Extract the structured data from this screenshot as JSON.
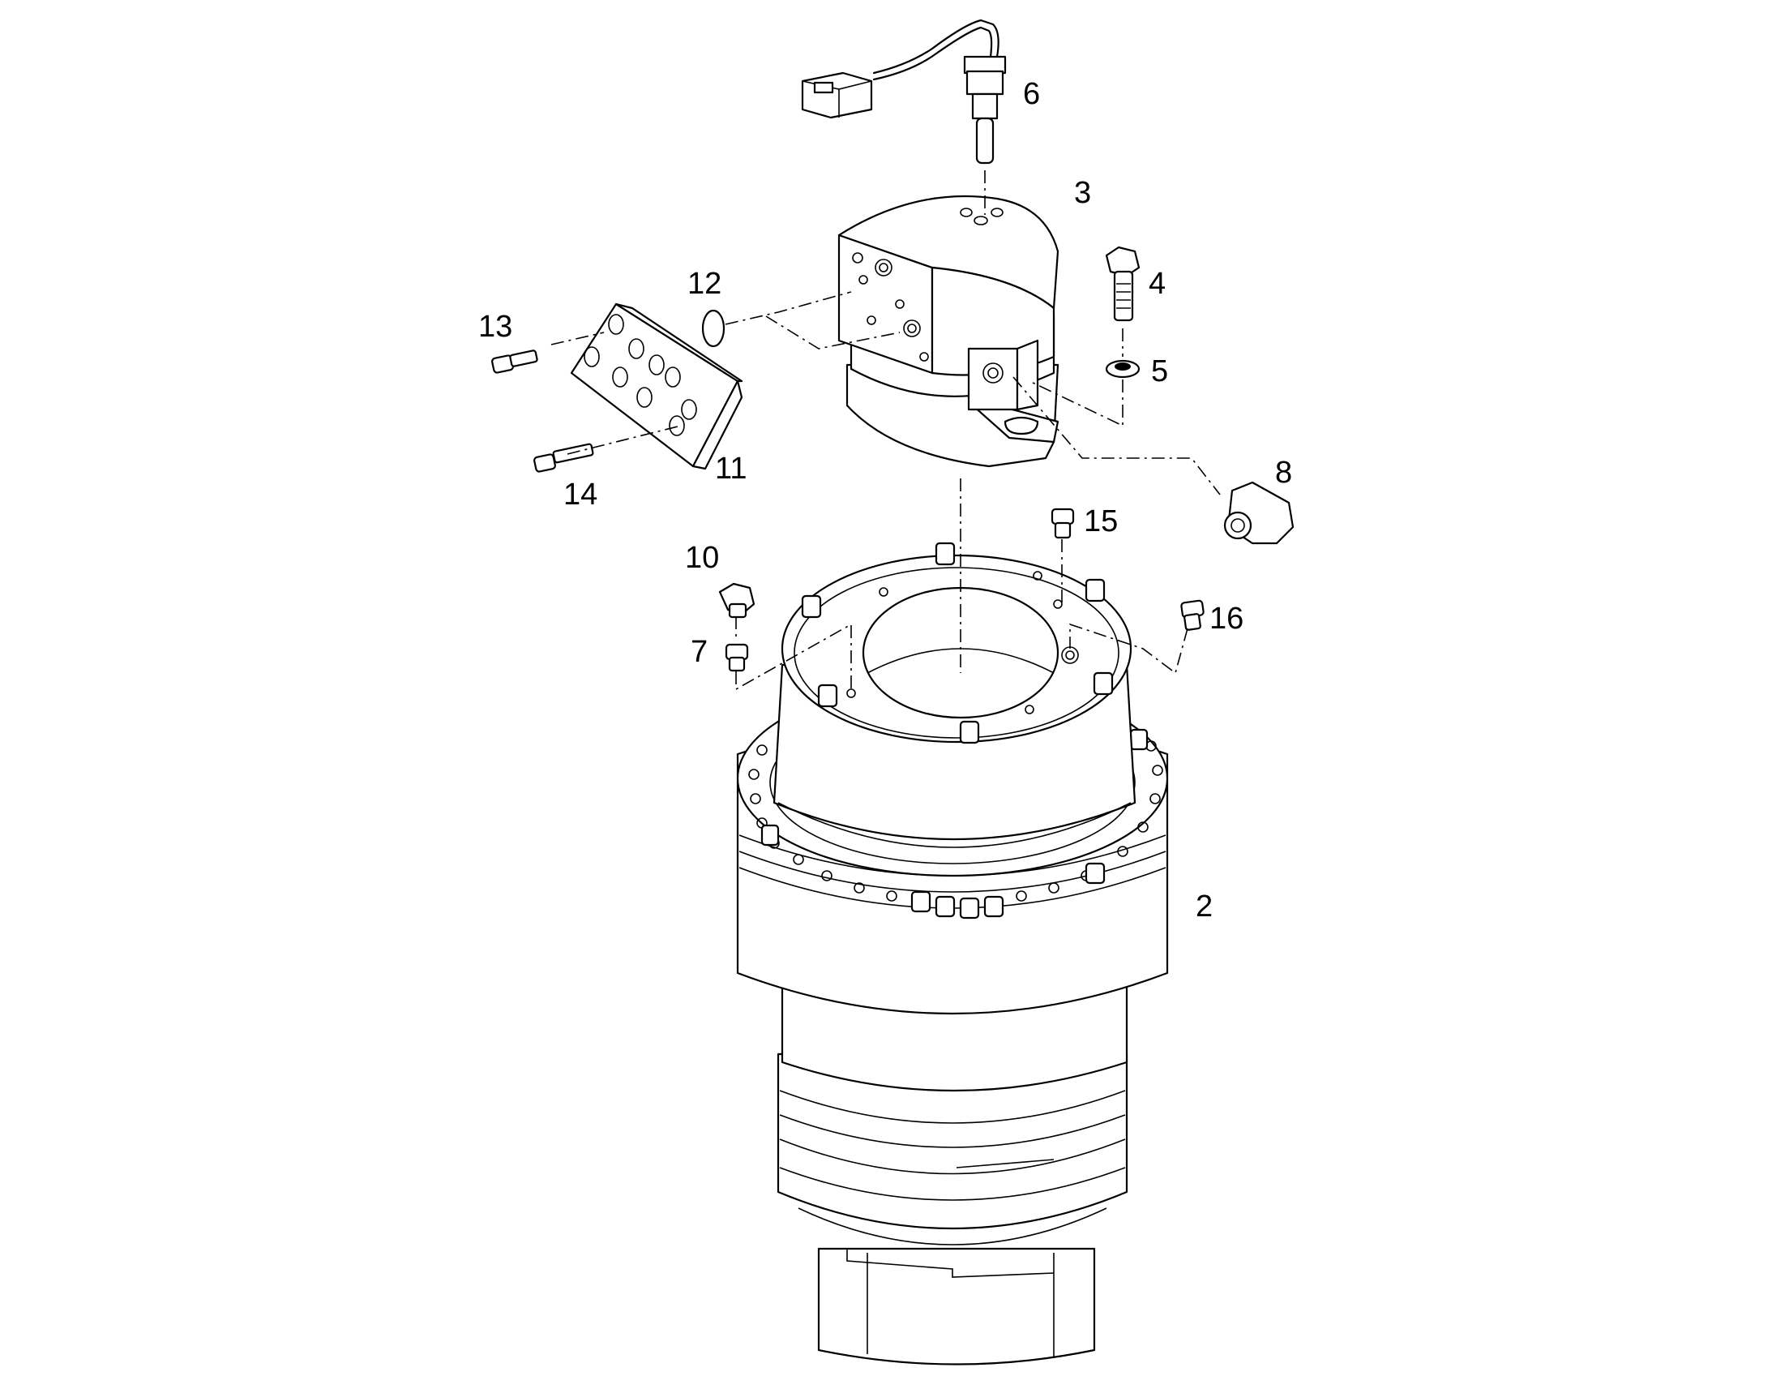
{
  "callouts": {
    "c2": "2",
    "c3": "3",
    "c4": "4",
    "c5": "5",
    "c6": "6",
    "c7": "7",
    "c8": "8",
    "c10": "10",
    "c11": "11",
    "c12": "12",
    "c13": "13",
    "c14": "14",
    "c15": "15",
    "c16": "16"
  },
  "colors": {
    "line": "#000000",
    "background": "#ffffff"
  }
}
